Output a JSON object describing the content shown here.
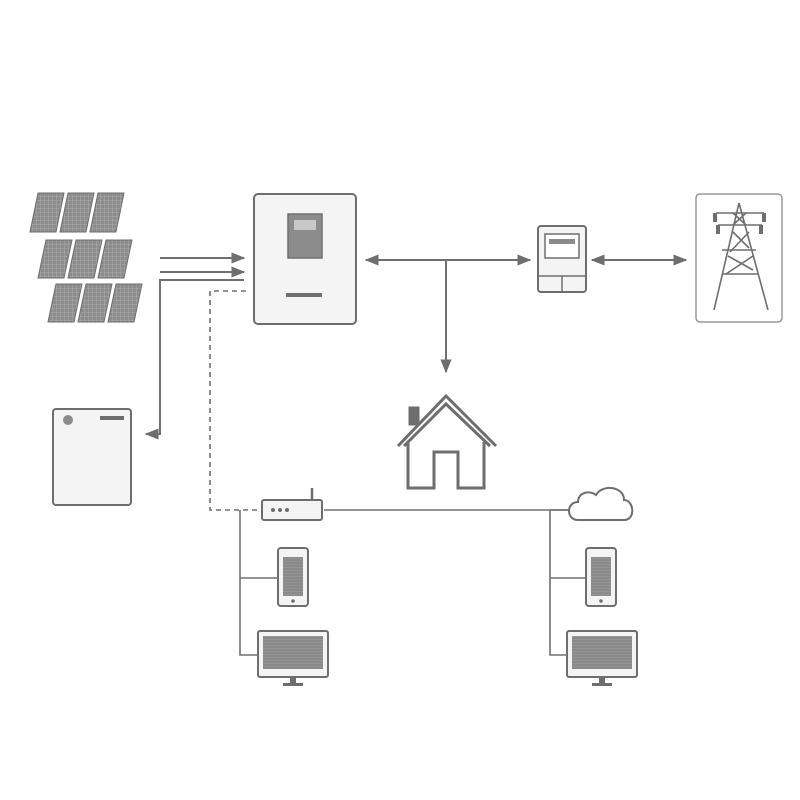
{
  "colors": {
    "background": "#ffffff",
    "stroke": "#6e6e6e",
    "fill_dark": "#8c8c8c",
    "fill_light": "#f4f4f4",
    "line": "#707070"
  },
  "nodes": [
    {
      "id": "solar-panels",
      "icon": "solar-panel-icon"
    },
    {
      "id": "inverter",
      "icon": "inverter-icon"
    },
    {
      "id": "energy-meter",
      "icon": "meter-icon"
    },
    {
      "id": "power-grid",
      "icon": "transmission-tower-icon"
    },
    {
      "id": "battery",
      "icon": "battery-icon"
    },
    {
      "id": "house",
      "icon": "house-icon"
    },
    {
      "id": "wifi-router",
      "icon": "router-icon"
    },
    {
      "id": "cloud",
      "icon": "cloud-icon"
    },
    {
      "id": "local-phone",
      "icon": "smartphone-icon"
    },
    {
      "id": "local-monitor",
      "icon": "monitor-icon"
    },
    {
      "id": "remote-phone",
      "icon": "smartphone-icon"
    },
    {
      "id": "remote-monitor",
      "icon": "monitor-icon"
    }
  ],
  "connections": [
    {
      "from": "solar-panels",
      "to": "inverter",
      "style": "arrow"
    },
    {
      "from": "inverter",
      "to": "battery",
      "style": "arrow"
    },
    {
      "from": "inverter",
      "to": "energy-meter",
      "style": "double-arrow"
    },
    {
      "from": "energy-meter",
      "to": "power-grid",
      "style": "double-arrow"
    },
    {
      "from": "inverter",
      "to": "house",
      "style": "arrow"
    },
    {
      "from": "inverter",
      "to": "wifi-router",
      "style": "dashed"
    },
    {
      "from": "wifi-router",
      "to": "cloud",
      "style": "line"
    },
    {
      "from": "wifi-router",
      "to": "local-phone",
      "style": "line"
    },
    {
      "from": "wifi-router",
      "to": "local-monitor",
      "style": "line"
    },
    {
      "from": "cloud",
      "to": "remote-phone",
      "style": "line"
    },
    {
      "from": "cloud",
      "to": "remote-monitor",
      "style": "line"
    }
  ]
}
